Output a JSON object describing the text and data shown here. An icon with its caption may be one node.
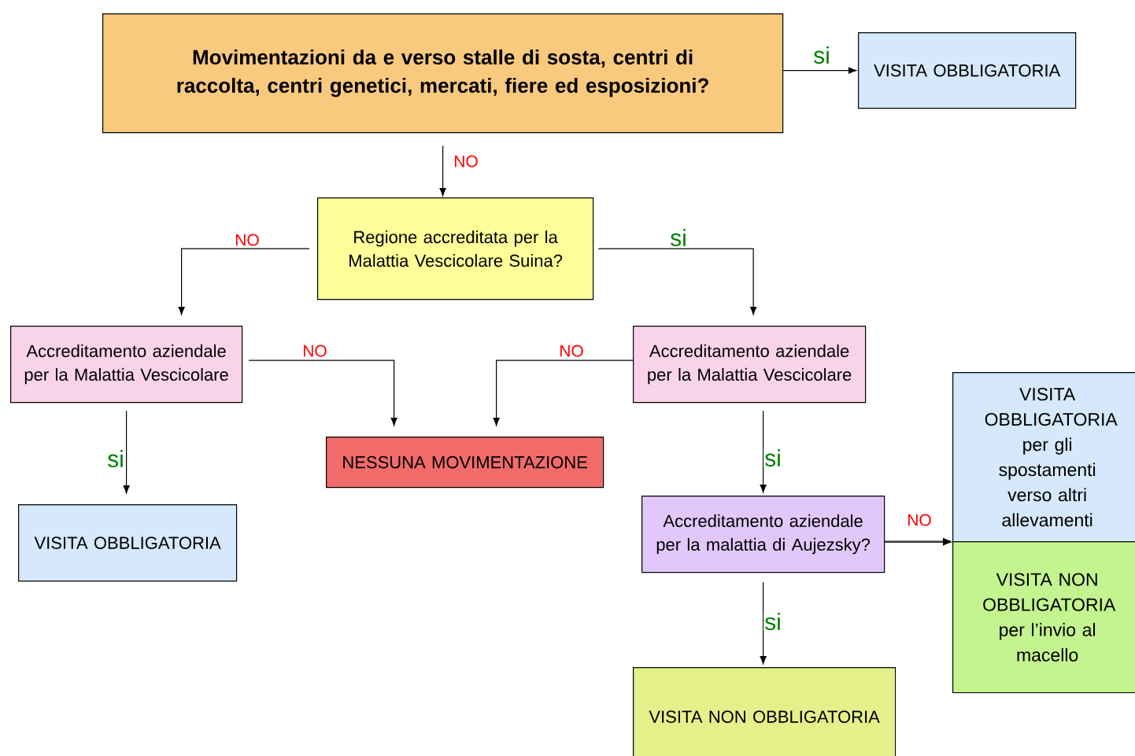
{
  "diagram": {
    "nodes": [
      {
        "text": [
          "Movimentazioni da e verso stalle di sosta, centri di raccolta, centri genetici, mercati, fiere ed esposizioni?"
        ]
      },
      {
        "text": [
          "VISITA OBBLIGATORIA"
        ]
      },
      {
        "text": [
          "Regione accreditata per la Malattia Vescicolare Suina?"
        ]
      },
      {
        "text": [
          "Accreditamento aziendale per la Malattia Vescicolare"
        ]
      },
      {
        "text": [
          "NESSUNA MOVIMENTAZIONE"
        ]
      },
      {
        "text": [
          "Accreditamento aziendale per la Malattia Vescicolare"
        ]
      },
      {
        "text": [
          "VISITA OBBLIGATORIA"
        ]
      },
      {
        "text": [
          "Accreditamento aziendale per la malattia di Aujezsky?"
        ]
      },
      {
        "text": [
          "VISITA OBBLIGATORIA per gli spostamenti verso altri allevamenti"
        ]
      },
      {
        "text": [
          "VISITA NON OBBLIGATORIA per l’invio al macello"
        ]
      },
      {
        "text": [
          "VISITA NON OBBLIGATORIA"
        ]
      }
    ],
    "edges": [
      {
        "from": 0,
        "to": 1,
        "arrow": "to",
        "label": "si"
      },
      {
        "from": 0,
        "to": 2,
        "arrow": "to",
        "label": "NO"
      },
      {
        "from": 2,
        "to": 3,
        "arrow": "to",
        "label": "NO"
      },
      {
        "from": 2,
        "to": 5,
        "arrow": "to",
        "label": "si"
      },
      {
        "from": 3,
        "to": 4,
        "arrow": "to",
        "label": "NO"
      },
      {
        "from": 5,
        "to": 4,
        "arrow": "to",
        "label": "NO"
      },
      {
        "from": 3,
        "to": 6,
        "arrow": "to",
        "label": "si"
      },
      {
        "from": 5,
        "to": 7,
        "arrow": "to",
        "label": "si"
      },
      {
        "from": 7,
        "to": 8,
        "arrow": "to",
        "label": "NO"
      },
      {
        "from": 7,
        "to": 9,
        "arrow": "to"
      },
      {
        "from": 7,
        "to": 10,
        "arrow": "to",
        "label": "si"
      }
    ]
  }
}
